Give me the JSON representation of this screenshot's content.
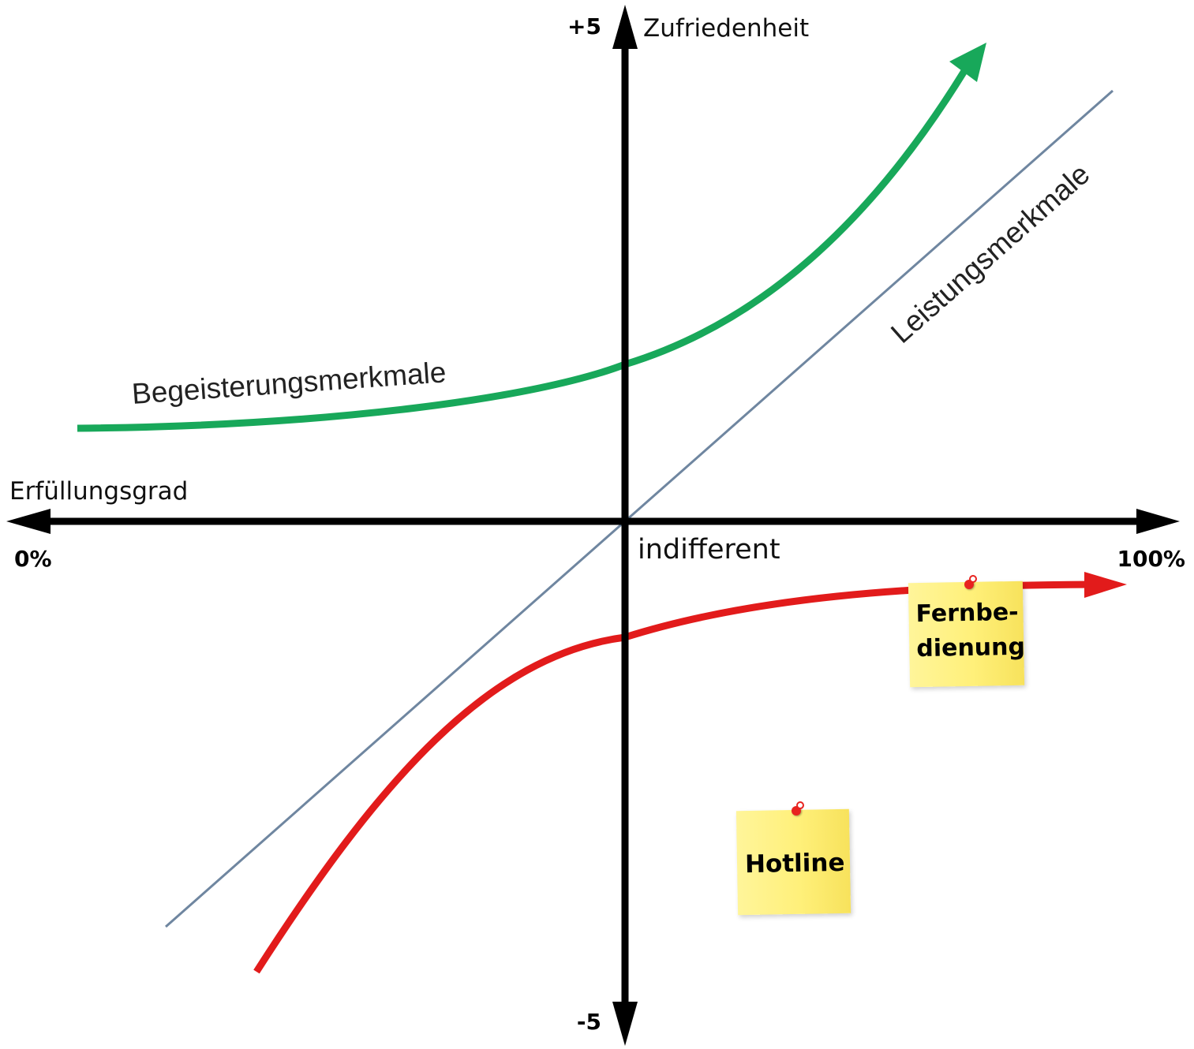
{
  "axes": {
    "y_top_label": "+5",
    "y_bottom_label": "-5",
    "y_title": "Zufriedenheit",
    "x_title": "Erfüllungsgrad",
    "x_left_label": "0%",
    "x_right_label": "100%",
    "origin_label": "indifferent"
  },
  "curves": {
    "excitement": {
      "label": "Begeisterungsmerkmale",
      "color": "#18a85a"
    },
    "performance": {
      "label": "Leistungsmerkmale",
      "color": "#6f86a0"
    },
    "basic": {
      "label": "",
      "color": "#e21b1b"
    }
  },
  "notes": [
    {
      "text": "Fernbe-\ndienung"
    },
    {
      "text": "Hotline"
    }
  ]
}
